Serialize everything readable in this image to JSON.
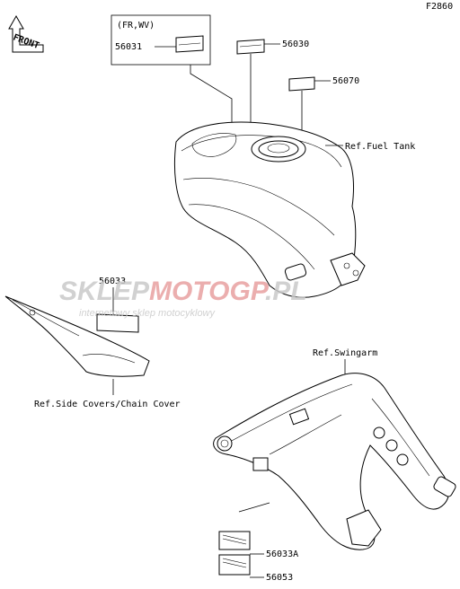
{
  "figure_code": "F2860",
  "front_marker": "FRONT",
  "group_label": "(FR,WV)",
  "parts": {
    "p56031": "56031",
    "p56030": "56030",
    "p56070": "56070",
    "p56033": "56033",
    "p56033a": "56033A",
    "p56053": "56053"
  },
  "references": {
    "fuel_tank": "Ref.Fuel Tank",
    "side_covers": "Ref.Side Covers/Chain Cover",
    "swingarm": "Ref.Swingarm"
  },
  "watermark": {
    "brand_a": "SKLEP",
    "brand_b": "MOTO",
    "brand_c": "GP",
    "brand_d": ".PL",
    "tagline": "internetowy sklep motocyklowy",
    "color_primary": "#e8a0a0",
    "color_secondary": "#c9c9c9"
  }
}
